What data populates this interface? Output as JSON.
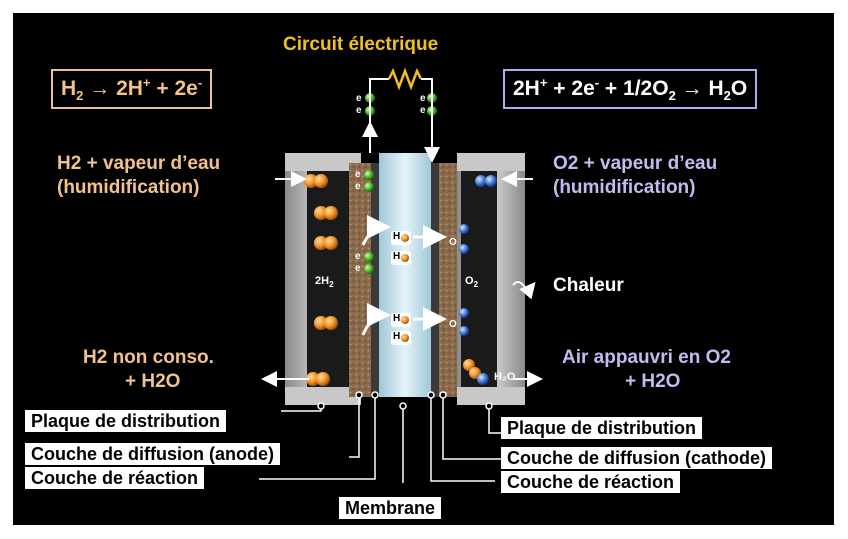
{
  "title": "Circuit électrique",
  "equations": {
    "anode": {
      "H": "H",
      "sub2": "2",
      "rest": " → 2H",
      "sup_plus": "+",
      "rest2": " + 2e",
      "sup_minus": "-"
    },
    "cathode": {
      "p1": "2H",
      "sup_plus": "+",
      "p2": " + 2e",
      "sup_minus": "-",
      "p3": " + 1/2O",
      "sub2": "2",
      "p4": " → H",
      "sub2b": "2",
      "p5": "O"
    }
  },
  "inputs": {
    "anode_in_1": "H2 + vapeur d’eau",
    "anode_in_2": "(humidification)",
    "cathode_in_1": "O2 + vapeur d’eau",
    "cathode_in_2": "(humidification)"
  },
  "outputs": {
    "anode_out_1": "H2 non conso.",
    "anode_out_2": "+ H2O",
    "cathode_out_1": "Air appauvri en O2",
    "cathode_out_2": "+ H2O",
    "heat": "Chaleur"
  },
  "cell_labels": {
    "h2": "2H",
    "h2_sub": "2",
    "o2": "O",
    "o2_sub": "2",
    "h2o_out": "H₂O",
    "ion": "H",
    "oxy": "O"
  },
  "electron": "e",
  "components": {
    "plaque_left": "Plaque de distribution",
    "diffusion_anode": "Couche de diffusion (anode)",
    "reaction_left": "Couche de réaction",
    "membrane": "Membrane",
    "plaque_right": "Plaque de distribution",
    "diffusion_cathode": "Couche de diffusion (cathode)",
    "reaction_right": "Couche de réaction"
  },
  "colors": {
    "orange_text": "#f2c28c",
    "purple_text": "#c7b8f0",
    "yellow_title": "#f0c020",
    "anode_box": "#f2c28c",
    "cathode_box": "#b8a8f0"
  }
}
